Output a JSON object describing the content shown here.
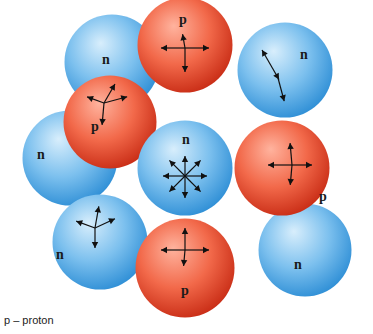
{
  "diagram": {
    "nodes": [
      {
        "text": [
          "n"
        ]
      },
      {
        "text": [
          "p"
        ]
      },
      {
        "text": [
          "n"
        ]
      },
      {
        "text": [
          "p"
        ]
      },
      {
        "text": [
          "n"
        ]
      },
      {
        "text": [
          "n"
        ]
      },
      {
        "text": [
          "p"
        ]
      },
      {
        "text": [
          "n"
        ]
      },
      {
        "text": [
          "n"
        ]
      },
      {
        "text": [
          "p"
        ]
      }
    ],
    "labels": [
      "p – proton"
    ]
  }
}
